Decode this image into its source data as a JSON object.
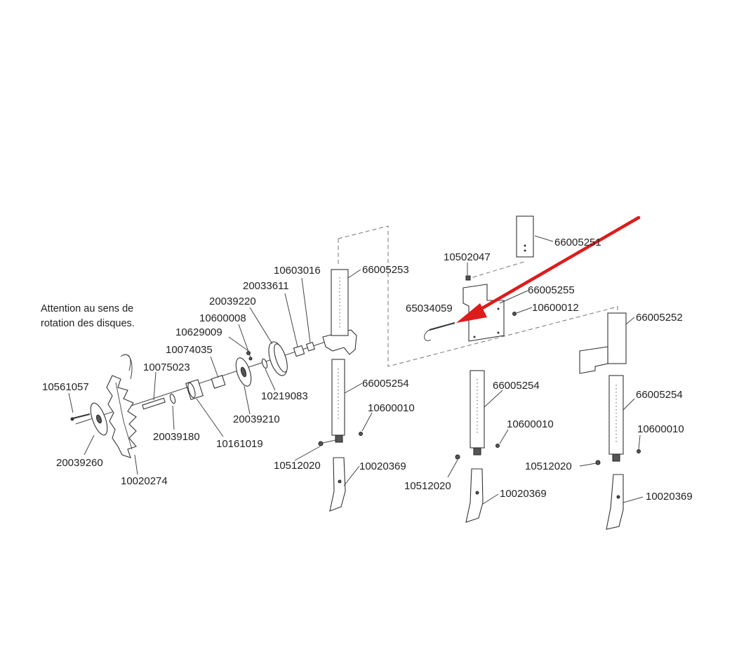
{
  "note": {
    "line1": "Attention au sens de",
    "line2": "rotation des disques."
  },
  "labels": {
    "l10561057": "10561057",
    "l20039260": "20039260",
    "l10020274": "10020274",
    "l10075023": "10075023",
    "l20039180": "20039180",
    "l10074035": "10074035",
    "l10161019": "10161019",
    "l10629009": "10629009",
    "l10600008": "10600008",
    "l20039210": "20039210",
    "l20039220": "20039220",
    "l10219083": "10219083",
    "l20033611": "20033611",
    "l10603016": "10603016",
    "l66005253": "66005253",
    "l66005254_a": "66005254",
    "l10600010_a": "10600010",
    "l10512020_a": "10512020",
    "l10020369_a": "10020369",
    "l10502047": "10502047",
    "l66005251": "66005251",
    "l66005255": "66005255",
    "l65034059": "65034059",
    "l10600012": "10600012",
    "l66005254_b": "66005254",
    "l10600010_b": "10600010",
    "l10512020_b": "10512020",
    "l10020369_b": "10020369",
    "l66005252": "66005252",
    "l66005254_c": "66005254",
    "l10600010_c": "10600010",
    "l10512020_c": "10512020",
    "l10020369_c": "10020369"
  },
  "colors": {
    "arrow": "#dd1c1c",
    "line": "#444444",
    "text": "#222222"
  }
}
